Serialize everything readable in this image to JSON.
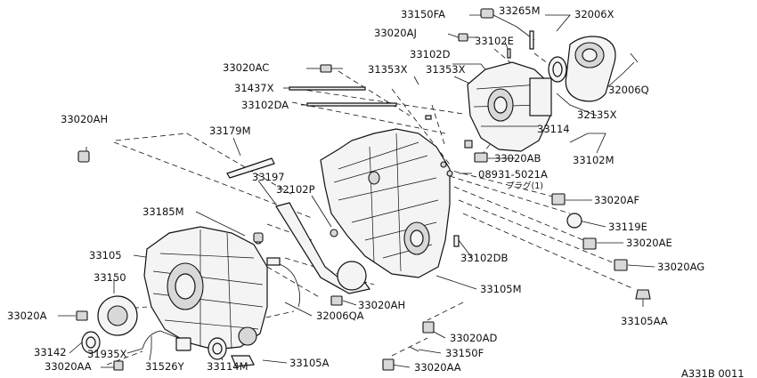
{
  "callouts": [
    {
      "id": "33150FA",
      "text": "33150FA"
    },
    {
      "id": "33265M",
      "text": "33265M"
    },
    {
      "id": "32006X",
      "text": "32006X"
    },
    {
      "id": "33020AJ",
      "text": "33020AJ"
    },
    {
      "id": "33102E",
      "text": "33102E"
    },
    {
      "id": "33102D",
      "text": "33102D"
    },
    {
      "id": "33020AC",
      "text": "33020AC"
    },
    {
      "id": "31353X_a",
      "text": "31353X"
    },
    {
      "id": "31353X_b",
      "text": "31353X"
    },
    {
      "id": "32006Q",
      "text": "32006Q"
    },
    {
      "id": "31437X",
      "text": "31437X"
    },
    {
      "id": "33102DA",
      "text": "33102DA"
    },
    {
      "id": "32135X",
      "text": "32135X"
    },
    {
      "id": "33020AH_top",
      "text": "33020AH"
    },
    {
      "id": "33179M",
      "text": "33179M"
    },
    {
      "id": "33114_top",
      "text": "33114"
    },
    {
      "id": "33020AB",
      "text": "33020AB"
    },
    {
      "id": "33102M",
      "text": "33102M"
    },
    {
      "id": "08931-5021A",
      "text": "08931-5021A"
    },
    {
      "id": "plug",
      "text": "プラグ(1)"
    },
    {
      "id": "33197",
      "text": "33197"
    },
    {
      "id": "32102P",
      "text": "32102P"
    },
    {
      "id": "33020AF",
      "text": "33020AF"
    },
    {
      "id": "33185M",
      "text": "33185M"
    },
    {
      "id": "33119E",
      "text": "33119E"
    },
    {
      "id": "33020AE",
      "text": "33020AE"
    },
    {
      "id": "33105",
      "text": "33105"
    },
    {
      "id": "33102DB",
      "text": "33102DB"
    },
    {
      "id": "33020AG",
      "text": "33020AG"
    },
    {
      "id": "33150",
      "text": "33150"
    },
    {
      "id": "33105M",
      "text": "33105M"
    },
    {
      "id": "33020AH_bot",
      "text": "33020AH"
    },
    {
      "id": "33020A",
      "text": "33020A"
    },
    {
      "id": "32006QA",
      "text": "32006QA"
    },
    {
      "id": "33105AA",
      "text": "33105AA"
    },
    {
      "id": "33020AD",
      "text": "33020AD"
    },
    {
      "id": "33142",
      "text": "33142"
    },
    {
      "id": "31935X",
      "text": "31935X"
    },
    {
      "id": "33150F",
      "text": "33150F"
    },
    {
      "id": "33020AA_left",
      "text": "33020AA"
    },
    {
      "id": "31526Y",
      "text": "31526Y"
    },
    {
      "id": "33114_bot",
      "text": "33114M"
    },
    {
      "id": "33105A",
      "text": "33105A"
    },
    {
      "id": "33020AA_bot",
      "text": "33020AA"
    }
  ],
  "figure_code": "A331B 0011"
}
